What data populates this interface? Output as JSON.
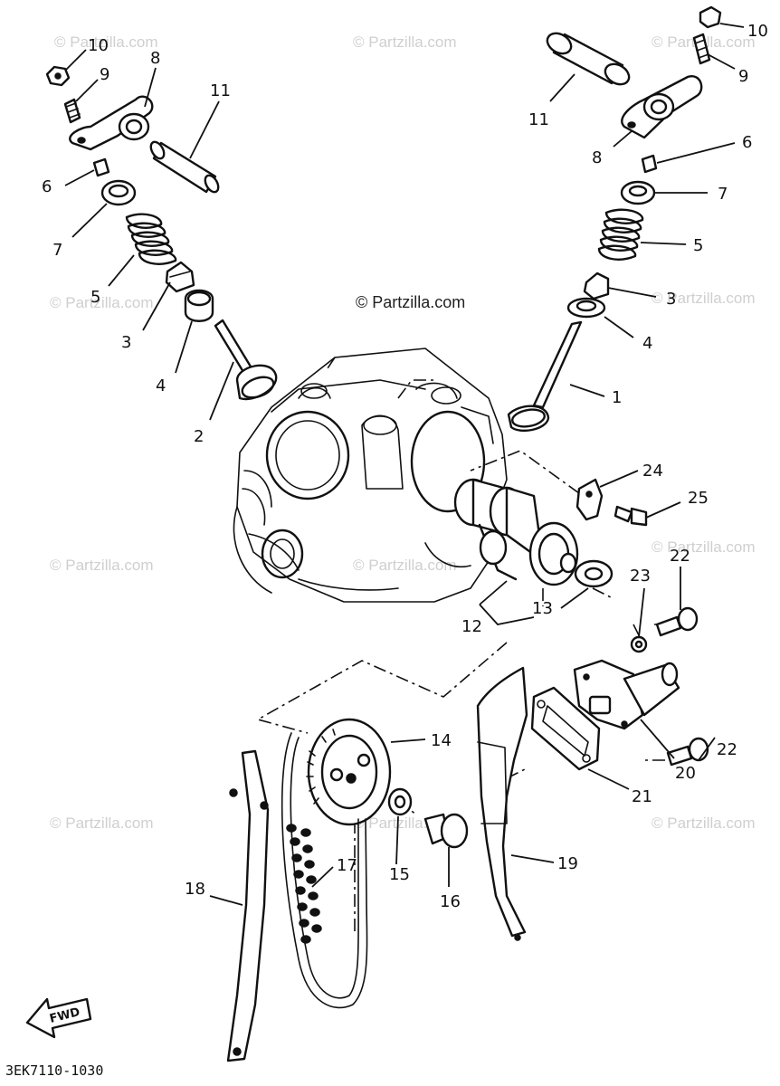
{
  "diagram": {
    "watermark": "© Partzilla.com",
    "center_watermark": "© Partzilla.com",
    "drawing_code": "3EK7110-1030",
    "fwd_label": "FWD",
    "callouts": {
      "c10a": "10",
      "c9a": "9",
      "c8a": "8",
      "c11a": "11",
      "c6a": "6",
      "c7a": "7",
      "c5a": "5",
      "c3a": "3",
      "c4a": "4",
      "c2": "2",
      "c10b": "10",
      "c9b": "9",
      "c11b": "11",
      "c8b": "8",
      "c6b": "6",
      "c7b": "7",
      "c5b": "5",
      "c3b": "3",
      "c4b": "4",
      "c1": "1",
      "c24": "24",
      "c25": "25",
      "c13": "13",
      "c12": "12",
      "c23": "23",
      "c22a": "22",
      "c22b": "22",
      "c20": "20",
      "c21": "21",
      "c14": "14",
      "c15": "15",
      "c16": "16",
      "c17": "17",
      "c18": "18",
      "c19": "19"
    }
  }
}
